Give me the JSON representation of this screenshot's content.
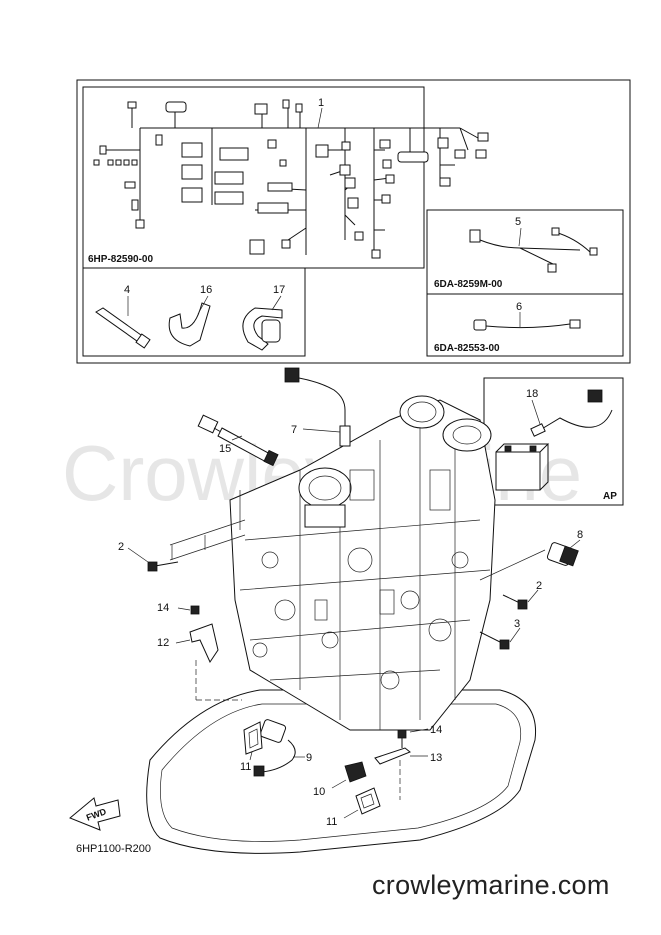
{
  "kits": {
    "wire_harness": "6HP-82590-00",
    "sensor_set": "6DA-8259M-00",
    "lead": "6DA-82553-00",
    "ap": "AP"
  },
  "callouts": {
    "c1": "1",
    "c2a": "2",
    "c2b": "2",
    "c3": "3",
    "c4": "4",
    "c5": "5",
    "c6": "6",
    "c7": "7",
    "c8": "8",
    "c9": "9",
    "c10": "10",
    "c11a": "11",
    "c11b": "11",
    "c12": "12",
    "c13": "13",
    "c14a": "14",
    "c14b": "14",
    "c15": "15",
    "c16": "16",
    "c17": "17",
    "c18": "18"
  },
  "fwd": "FWD",
  "watermark": "Crowleymarine",
  "drawing_number": "6HP1100-R200",
  "footer": "crowleymarine.com"
}
